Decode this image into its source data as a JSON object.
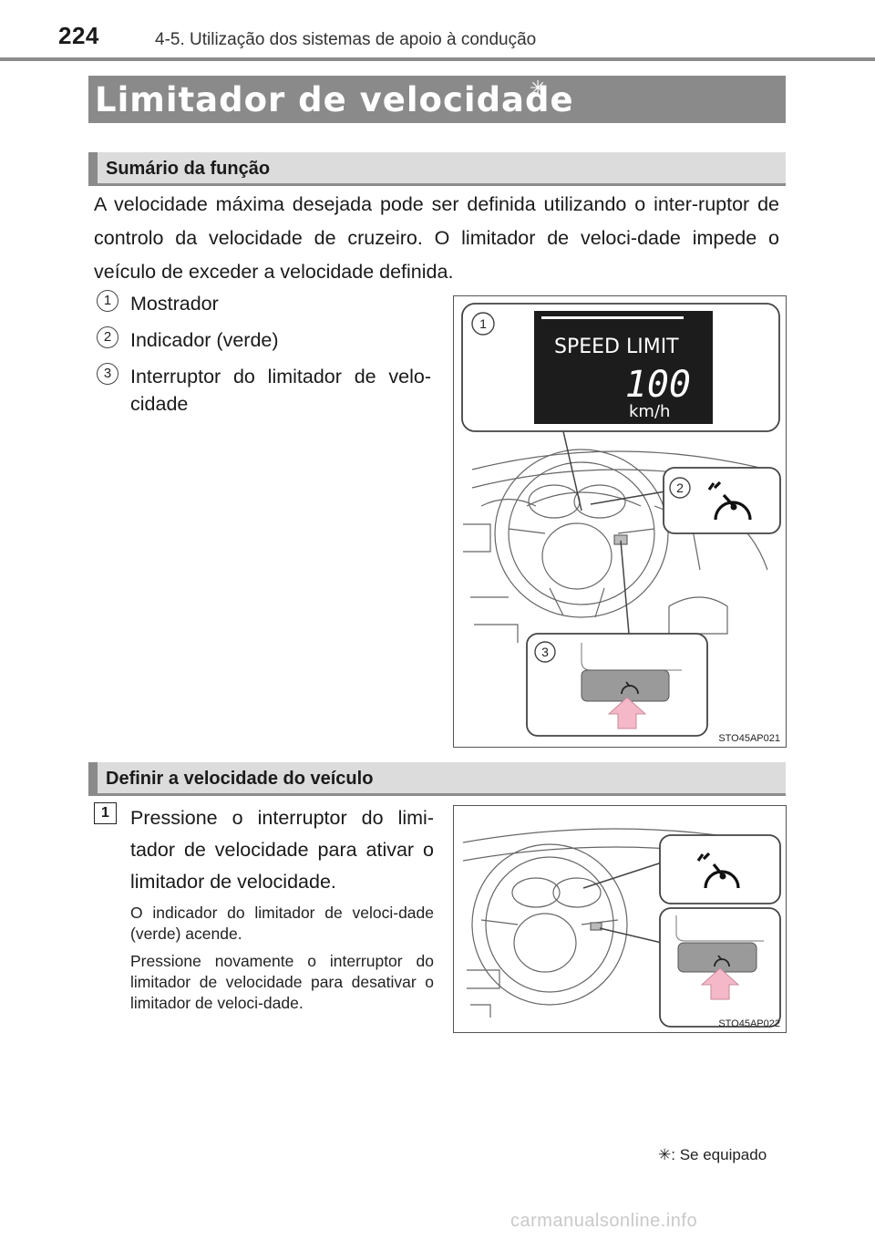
{
  "header": {
    "page_number": "224",
    "section": "4-5. Utilização dos sistemas de apoio à condução"
  },
  "title": {
    "text": "Limitador de velocidade",
    "star": "✳"
  },
  "summary": {
    "heading": "Sumário da função",
    "paragraph": "A velocidade máxima desejada pode ser definida utilizando o inter-ruptor de controlo da velocidade de cruzeiro. O limitador de veloci-dade impede o veículo de exceder a velocidade definida.",
    "items": [
      {
        "num": "1",
        "label": "Mostrador"
      },
      {
        "num": "2",
        "label": "Indicador (verde)"
      },
      {
        "num": "3",
        "label": "Interruptor do limitador de velo-cidade"
      }
    ]
  },
  "figure1": {
    "display_title": "SPEED LIMIT",
    "display_value": "100",
    "display_unit": "km/h",
    "callouts": [
      "1",
      "2",
      "3"
    ],
    "code": "STO45AP021"
  },
  "set_speed": {
    "heading": "Definir a velocidade do veículo",
    "step_number": "1",
    "step_text": "Pressione o interruptor do limi-tador de velocidade para ativar o limitador de velocidade.",
    "note1": "O indicador do limitador de veloci-dade (verde) acende.",
    "note2": "Pressione novamente o interruptor do limitador de velocidade para desativar o limitador de veloci-dade."
  },
  "figure2": {
    "code": "STO45AP022"
  },
  "footnote": {
    "star": "✳",
    "text": ": Se equipado"
  },
  "watermark": "carmanualsonline.info",
  "colors": {
    "title_bar": "#8a8a8a",
    "sub_bar": "#dcdcdc",
    "arrow": "#f5b8c8",
    "display_bg": "#1c1c1c"
  }
}
